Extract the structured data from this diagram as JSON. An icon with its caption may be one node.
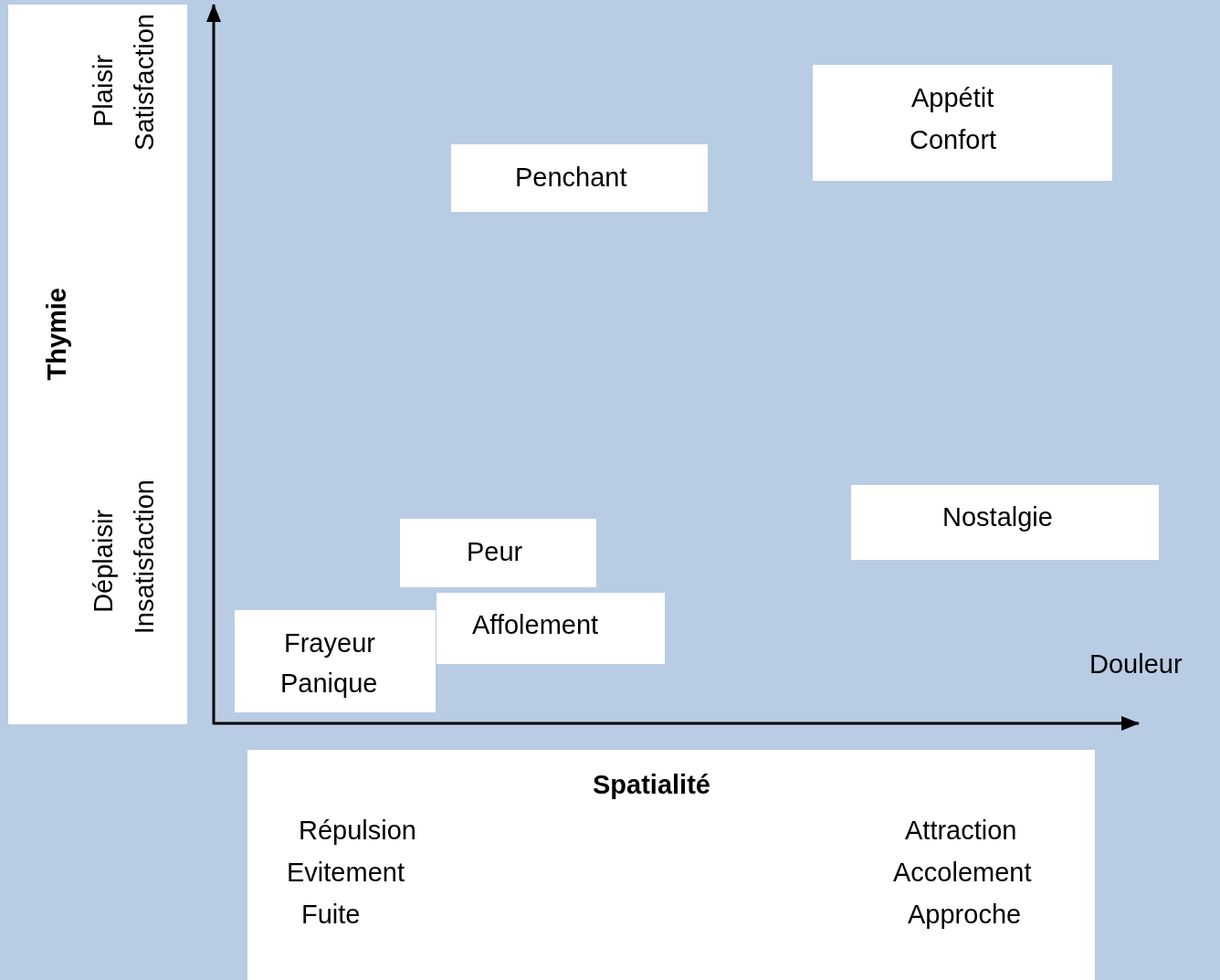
{
  "diagram": {
    "nodes": [
      {
        "text": [
          "Thymie",
          "Plaisir",
          "Satisfaction",
          "Déplaisir",
          "Insatisfaction"
        ]
      },
      {
        "text": [
          "Penchant"
        ]
      },
      {
        "text": [
          "Appétit",
          "Confort"
        ]
      },
      {
        "text": [
          "Nostalgie"
        ]
      },
      {
        "text": [
          "Peur"
        ]
      },
      {
        "text": [
          "Affolement"
        ]
      },
      {
        "text": [
          "Frayeur",
          "Panique"
        ]
      },
      {
        "text": [
          "Spatialité",
          "Répulsion",
          "Evitement",
          "Fuite",
          "Attraction",
          "Accolement",
          "Approche"
        ]
      }
    ],
    "labels": [
      "Douleur"
    ]
  }
}
